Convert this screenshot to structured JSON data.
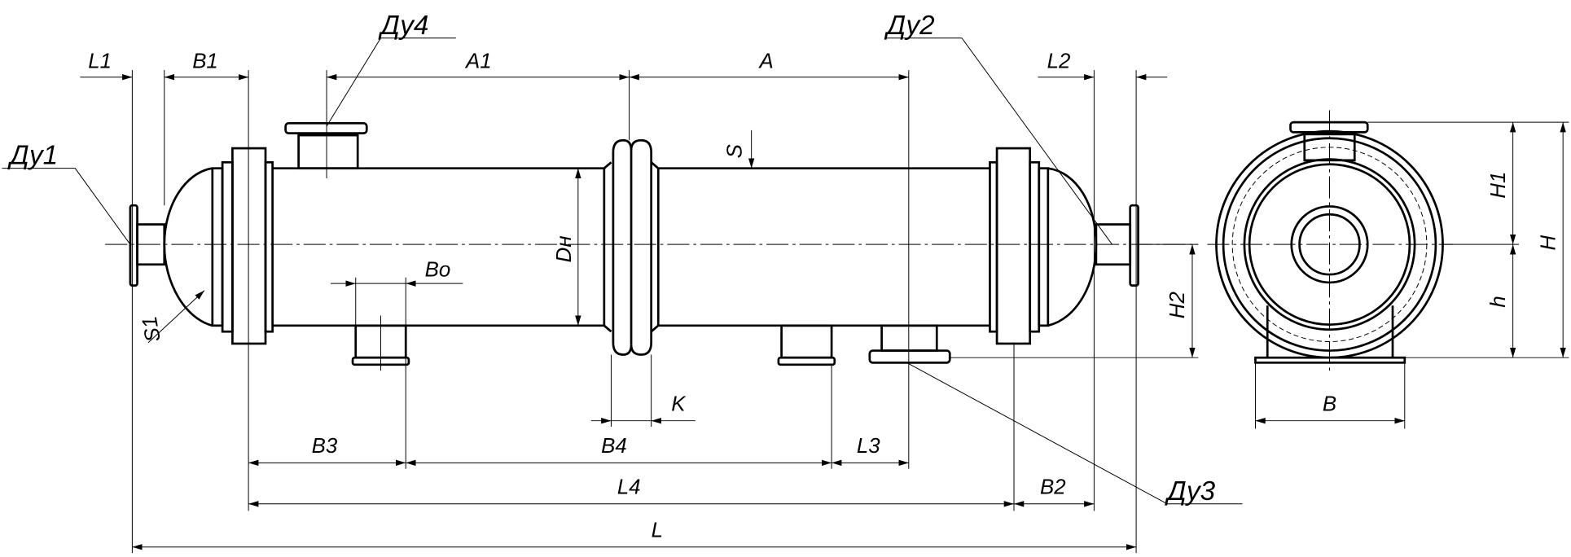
{
  "drawing": {
    "nozzles": {
      "du1": "Ду1",
      "du2": "Ду2",
      "du3": "Ду3",
      "du4": "Ду4"
    },
    "dimensions": {
      "L1": "L1",
      "B1": "B1",
      "A1": "A1",
      "A": "A",
      "L2": "L2",
      "S": "S",
      "Dn": "Dн",
      "Bo": "Bo",
      "S1": "S1",
      "H2": "H2",
      "K": "K",
      "B3": "B3",
      "B4": "B4",
      "L3": "L3",
      "L4": "L4",
      "B2": "B2",
      "L": "L",
      "H1": "H1",
      "H": "H",
      "h": "h",
      "B": "B"
    }
  }
}
